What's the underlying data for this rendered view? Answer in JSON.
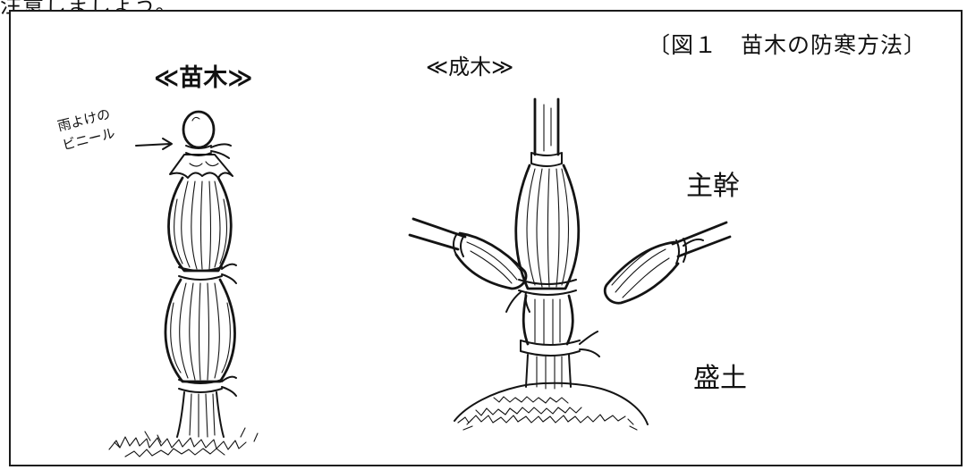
{
  "top_text": "注意しましょう。",
  "figure": {
    "caption": "〔図１　苗木の防寒方法〕",
    "seedling": {
      "title": "≪苗木≫",
      "note_lines": [
        "雨よけの",
        "ビニール"
      ],
      "note_arrow": "→"
    },
    "mature": {
      "title": "≪成木≫",
      "trunk_label": "主幹",
      "mound_label": "盛土"
    }
  }
}
